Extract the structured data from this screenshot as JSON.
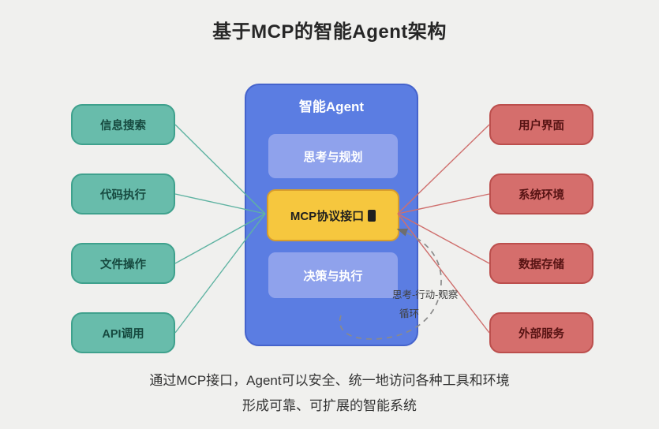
{
  "title": "基于MCP的智能Agent架构",
  "agent": {
    "label": "智能Agent",
    "modules": [
      {
        "label": "思考与规划"
      },
      {
        "label": "MCP协议接口"
      },
      {
        "label": "决策与执行"
      }
    ]
  },
  "tools": [
    {
      "label": "信息搜索"
    },
    {
      "label": "代码执行"
    },
    {
      "label": "文件操作"
    },
    {
      "label": "API调用"
    }
  ],
  "environments": [
    {
      "label": "用户界面"
    },
    {
      "label": "系统环境"
    },
    {
      "label": "数据存储"
    },
    {
      "label": "外部服务"
    }
  ],
  "loop": {
    "line1": "思考-行动-观察",
    "line2": "循环"
  },
  "footer": {
    "line1": "通过MCP接口，Agent可以安全、统一地访问各种工具和环境",
    "line2": "形成可靠、可扩展的智能系统"
  },
  "colors": {
    "bg": "#f0f0ee",
    "title_text": "#262626",
    "tool_fill": "#68bcab",
    "tool_stroke": "#3fa18d",
    "tool_text": "#16493f",
    "env_fill": "#d56e6c",
    "env_stroke": "#bc4f4d",
    "env_text": "#571313",
    "agent_fill": "#5b7de2",
    "agent_stroke": "#4563cc",
    "agent_text": "#ffffff",
    "module_fill": "#8fa2ec",
    "module_text": "#ffffff",
    "mcp_fill": "#f6c73e",
    "mcp_stroke": "#d89d2b",
    "mcp_text": "#1f1f1f",
    "line_tool": "#5fb3a2",
    "line_env": "#cf6f6d",
    "loop": "#8a8a8a",
    "loop_text": "#3f3f3f",
    "footer_text": "#333333"
  }
}
